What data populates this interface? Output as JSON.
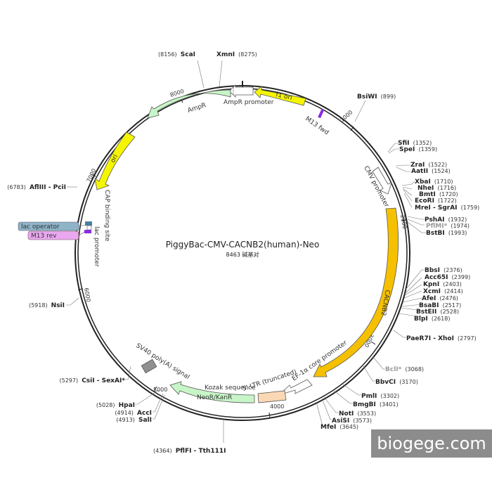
{
  "title": "PiggyBac-CMV-CACNB2(human)-Neo",
  "subtitle": "8463 碱基对",
  "watermark": "biogege.com",
  "total_bp": 8463,
  "ticks": [
    "1000",
    "2000",
    "3000",
    "4000",
    "5000",
    "6000",
    "7000",
    "8000"
  ],
  "sites": [
    {
      "name": "BsiWI",
      "pos": "(899)"
    },
    {
      "name": "SfiI",
      "pos": "(1352)"
    },
    {
      "name": "SpeI",
      "pos": "(1359)"
    },
    {
      "name": "ZraI",
      "pos": "(1522)"
    },
    {
      "name": "AatII",
      "pos": "(1524)"
    },
    {
      "name": "XbaI",
      "pos": "(1710)"
    },
    {
      "name": "NheI",
      "pos": "(1716)"
    },
    {
      "name": "BmtI",
      "pos": "(1720)"
    },
    {
      "name": "EcoRI",
      "pos": "(1722)"
    },
    {
      "name": "MreI - SgrAI",
      "pos": "(1759)"
    },
    {
      "name": "PshAI",
      "pos": "(1932)"
    },
    {
      "name": "PflMI*",
      "pos": "(1974)"
    },
    {
      "name": "BstBI",
      "pos": "(1993)"
    },
    {
      "name": "BbsI",
      "pos": "(2376)"
    },
    {
      "name": "Acc65I",
      "pos": "(2399)"
    },
    {
      "name": "KpnI",
      "pos": "(2403)"
    },
    {
      "name": "XcmI",
      "pos": "(2414)"
    },
    {
      "name": "AfeI",
      "pos": "(2476)"
    },
    {
      "name": "BsaBI",
      "pos": "(2517)"
    },
    {
      "name": "BstEII",
      "pos": "(2528)"
    },
    {
      "name": "BlpI",
      "pos": "(2618)"
    },
    {
      "name": "PaeR7I - XhoI",
      "pos": "(2797)"
    },
    {
      "name": "BclI*",
      "pos": "(3068)"
    },
    {
      "name": "BbvCI",
      "pos": "(3170)"
    },
    {
      "name": "PmlI",
      "pos": "(3302)"
    },
    {
      "name": "BmgBI",
      "pos": "(3401)"
    },
    {
      "name": "NotI",
      "pos": "(3553)"
    },
    {
      "name": "AsiSI",
      "pos": "(3573)"
    },
    {
      "name": "MfeI",
      "pos": "(3645)"
    },
    {
      "name": "PflFI - Tth111I",
      "pos": "(4364)"
    },
    {
      "name": "HpaI",
      "pos": "(5028)"
    },
    {
      "name": "AccI",
      "pos": "(4914)"
    },
    {
      "name": "SalI",
      "pos": "(4913)"
    },
    {
      "name": "CsiI - SexAI*",
      "pos": "(5297)"
    },
    {
      "name": "NsiI",
      "pos": "(5918)"
    },
    {
      "name": "AflIII - PciI",
      "pos": "(6783)"
    },
    {
      "name": "ScaI",
      "pos": "(8156)"
    },
    {
      "name": "XmnI",
      "pos": "(8275)"
    }
  ],
  "features": {
    "f1_ori": "f1 ori",
    "ampr_promoter": "AmpR promoter",
    "ampr": "AmpR",
    "ori": "ori",
    "m13_fwd": "M13 fwd",
    "cmv_promoter": "CMV promoter",
    "cacnb2": "CACNB2",
    "ef1a_promoter": "EF-1α core promoter",
    "ltr": "5' LTR (truncated)",
    "kozak": "Kozak sequence",
    "neor": "NeoR/KanR",
    "sv40": "SV40 poly(A) signal",
    "lac_operator": "lac operator",
    "m13_rev": "M13 rev",
    "lac_promoter": "lac promoter",
    "cap_site": "CAP binding site"
  },
  "colors": {
    "f1_ori": "#f5f500",
    "ori": "#f5f500",
    "ampr": "#c7f5c7",
    "neor": "#c7f5c7",
    "cacnb2": "#f5c000",
    "ltr": "#fbd8b4",
    "sv40": "#909090",
    "lac_operator": "#8fb4c8",
    "m13_rev": "#e9a8f0",
    "m13_fwd": "#8a2be2"
  }
}
